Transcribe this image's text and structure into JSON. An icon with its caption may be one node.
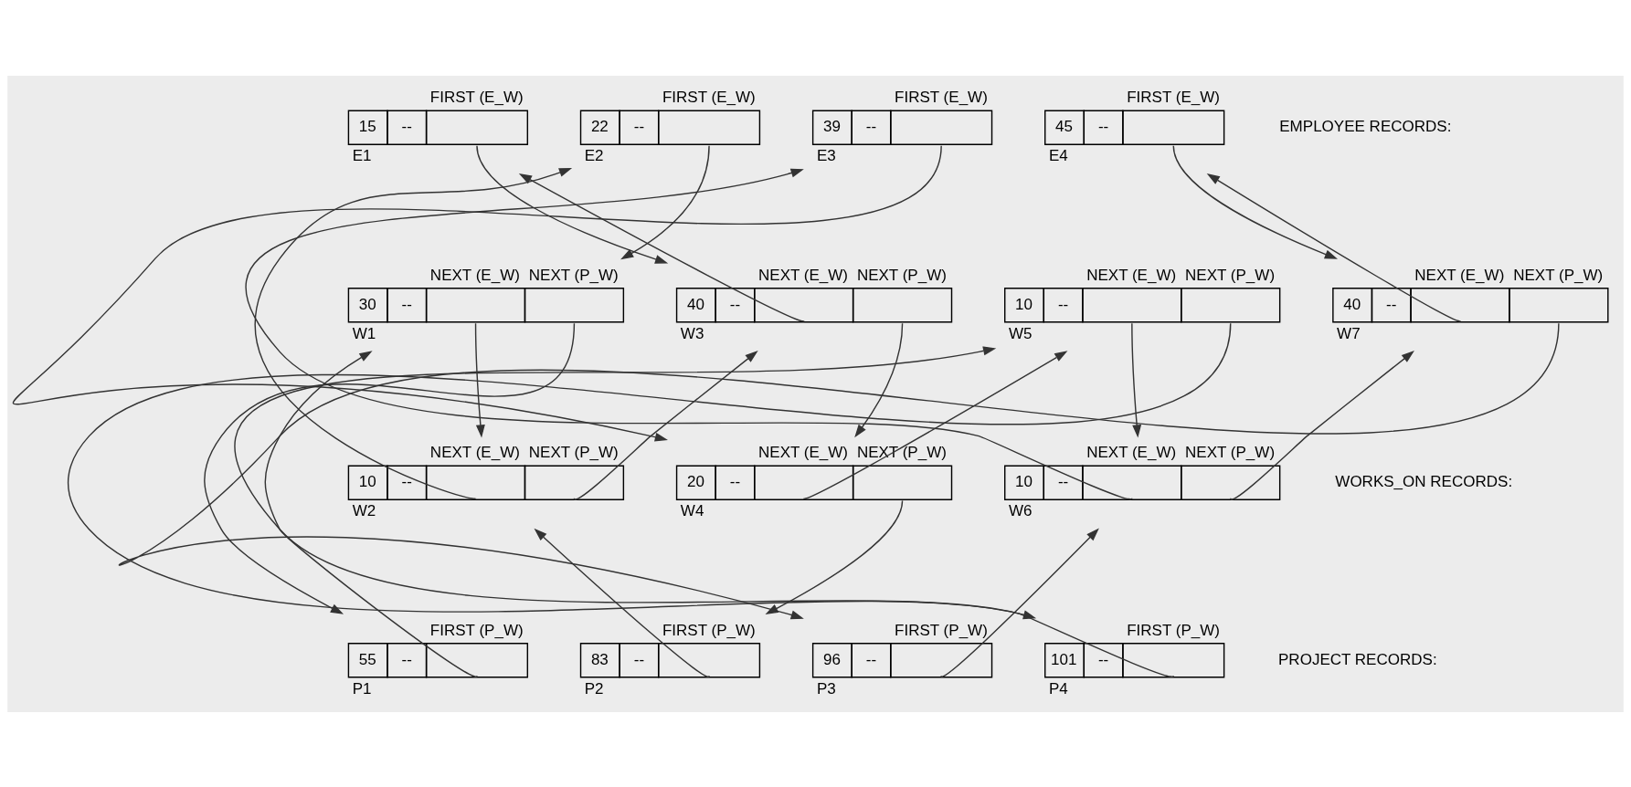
{
  "diagram": {
    "nodes": [
      {
        "text": [
          "FIRST (E_W)",
          "15",
          "--"
        ],
        "beside": [
          "E1"
        ]
      },
      {
        "text": [
          "FIRST (E_W)",
          "22",
          "--"
        ],
        "beside": [
          "E2"
        ]
      },
      {
        "text": [
          "FIRST (E_W)",
          "39",
          "--"
        ],
        "beside": [
          "E3"
        ]
      },
      {
        "text": [
          "FIRST (E_W)",
          "45",
          "--"
        ],
        "beside": [
          "E4"
        ]
      },
      {
        "text": [
          "NEXT (E_W)",
          "NEXT (P_W)",
          "30",
          "--"
        ],
        "beside": [
          "W1"
        ]
      },
      {
        "text": [
          "NEXT (E_W)",
          "NEXT (P_W)",
          "10",
          "--"
        ],
        "beside": [
          "W2"
        ]
      },
      {
        "text": [
          "NEXT (E_W)",
          "NEXT (P_W)",
          "40",
          "--"
        ],
        "beside": [
          "W3"
        ]
      },
      {
        "text": [
          "NEXT (E_W)",
          "NEXT (P_W)",
          "20",
          "--"
        ],
        "beside": [
          "W4"
        ]
      },
      {
        "text": [
          "NEXT (E_W)",
          "NEXT (P_W)",
          "10",
          "--"
        ],
        "beside": [
          "W5"
        ]
      },
      {
        "text": [
          "NEXT (E_W)",
          "NEXT (P_W)",
          "10",
          "--"
        ],
        "beside": [
          "W6"
        ]
      },
      {
        "text": [
          "NEXT (E_W)",
          "NEXT (P_W)",
          "40",
          "--"
        ],
        "beside": [
          "W7"
        ]
      },
      {
        "text": [
          "FIRST (P_W)",
          "55",
          "--"
        ],
        "beside": [
          "P1"
        ]
      },
      {
        "text": [
          "FIRST (P_W)",
          "83",
          "--"
        ],
        "beside": [
          "P2"
        ]
      },
      {
        "text": [
          "FIRST (P_W)",
          "96",
          "--"
        ],
        "beside": [
          "P3"
        ]
      },
      {
        "text": [
          "FIRST (P_W)",
          "101",
          "--"
        ],
        "beside": [
          "P4"
        ]
      }
    ],
    "edges": [
      {
        "from": 0,
        "to": 6,
        "arrow": "to"
      },
      {
        "from": 1,
        "to": 4,
        "arrow": "to"
      },
      {
        "from": 2,
        "to": 7,
        "arrow": "to"
      },
      {
        "from": 3,
        "to": 10,
        "arrow": "to"
      },
      {
        "from": 4,
        "to": 5,
        "arrow": "to"
      },
      {
        "from": 4,
        "to": 11,
        "arrow": "to"
      },
      {
        "from": 6,
        "to": 0,
        "arrow": "to"
      },
      {
        "from": 6,
        "to": 7,
        "arrow": "to"
      },
      {
        "from": 8,
        "to": 9,
        "arrow": "to"
      },
      {
        "from": 8,
        "to": 14,
        "arrow": "to"
      },
      {
        "from": 10,
        "to": 3,
        "arrow": "to"
      },
      {
        "from": 10,
        "to": 13,
        "arrow": "to"
      },
      {
        "from": 5,
        "to": 1,
        "arrow": "to"
      },
      {
        "from": 5,
        "to": 6,
        "arrow": "to"
      },
      {
        "from": 7,
        "to": 8,
        "arrow": "to"
      },
      {
        "from": 7,
        "to": 12,
        "arrow": "to"
      },
      {
        "from": 9,
        "to": 2,
        "arrow": "to"
      },
      {
        "from": 9,
        "to": 10,
        "arrow": "to"
      },
      {
        "from": 11,
        "to": 4,
        "arrow": "to"
      },
      {
        "from": 12,
        "to": 5,
        "arrow": "to"
      },
      {
        "from": 13,
        "to": 9,
        "arrow": "to"
      },
      {
        "from": 14,
        "to": 8,
        "arrow": "to"
      }
    ],
    "labels": [
      "EMPLOYEE RECORDS:",
      "WORKS_ON RECORDS:",
      "PROJECT RECORDS:"
    ]
  }
}
